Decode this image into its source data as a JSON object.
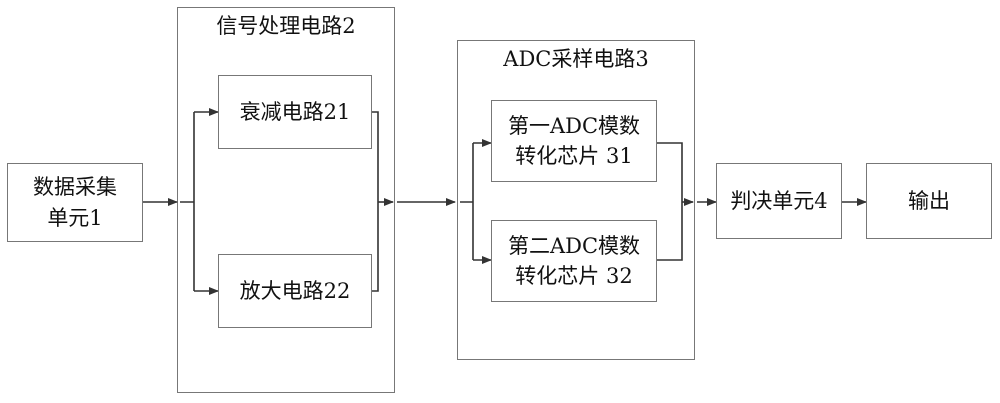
{
  "groups": {
    "signal_processing": "信号处理电路2",
    "adc_sampling": "ADC采样电路3"
  },
  "blocks": {
    "data_acquisition": {
      "line1": "数据采集",
      "line2": "单元1"
    },
    "attenuation": "衰减电路21",
    "amplifier": "放大电路22",
    "adc1": {
      "line1": "第一ADC模数",
      "line2": "转化芯片 31"
    },
    "adc2": {
      "line1": "第二ADC模数",
      "line2": "转化芯片 32"
    },
    "decision": "判决单元4",
    "output": "输出"
  }
}
